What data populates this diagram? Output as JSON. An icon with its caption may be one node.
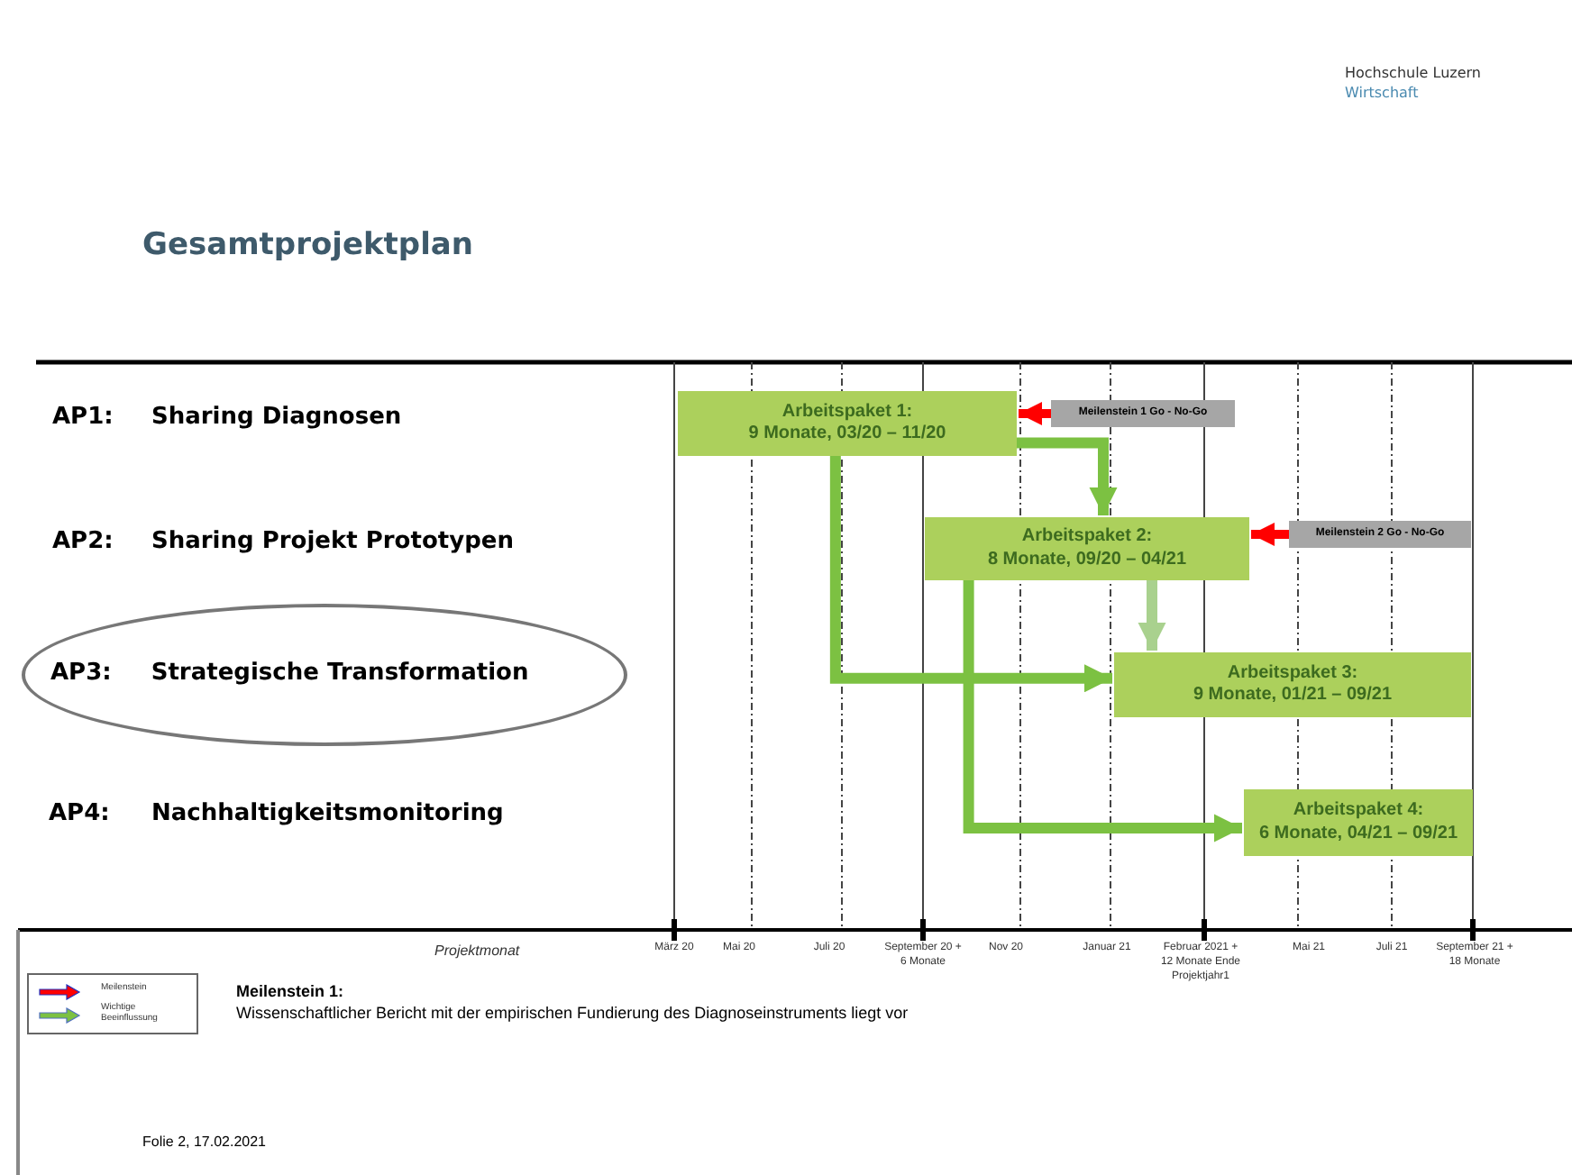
{
  "diagram": {
    "title": "Gesamtprojektplan",
    "nodes": [
      {
        "text": [
          "Arbeitspaket 1:",
          "9 Monate, 03/20 – 11/20"
        ]
      },
      {
        "text": [
          "Arbeitspaket 2:",
          "8 Monate, 09/20 – 04/21"
        ]
      },
      {
        "text": [
          "Arbeitspaket 3:",
          "9 Monate, 01/21 – 09/21"
        ]
      },
      {
        "text": [
          "Arbeitspaket 4:",
          "6 Monate, 04/21 – 09/21"
        ]
      },
      {
        "text": [
          "Meilenstein 1 Go - No-Go"
        ]
      },
      {
        "text": [
          "Meilenstein 2 Go - No-Go"
        ]
      },
      {
        "text": [
          "AP3:",
          "Strategische Transformation"
        ]
      }
    ],
    "edges": [
      {
        "from": 4,
        "to": 0,
        "arrow": "to",
        "color": "#ff0000"
      },
      {
        "from": 5,
        "to": 1,
        "arrow": "to",
        "color": "#ff0000"
      },
      {
        "from": 0,
        "to": 1,
        "arrow": "to"
      },
      {
        "from": 0,
        "to": 2,
        "arrow": "to"
      },
      {
        "from": 1,
        "to": 2,
        "arrow": "to",
        "color": "#a9d18e"
      },
      {
        "from": 1,
        "to": 3,
        "arrow": "to"
      }
    ],
    "labels": [
      "Hochschule Luzern",
      "Wirtschaft",
      "AP1:",
      "Sharing Diagnosen",
      "AP2:",
      "Sharing Projekt Prototypen",
      "AP4:",
      "Nachhaltigkeitsmonitoring",
      "Projektmonat",
      "März 20",
      "Mai 20",
      "Juli 20",
      "September 20 + 6 Monate",
      "Nov 20",
      "Januar 21",
      "Februar 2021 + 12 Monate Ende Projektjahr1",
      "Mai 21",
      "Juli 21",
      "September 21 + 18 Monate",
      "Meilenstein 1:",
      "Wissenschaftlicher Bericht mit der empirischen Fundierung des Diagnoseinstruments liegt vor",
      "Folie 2, 17.02.2021"
    ],
    "legend": [
      {
        "text": "Meilenstein"
      },
      {
        "text": "Wichtige Beeinflussung"
      }
    ]
  }
}
